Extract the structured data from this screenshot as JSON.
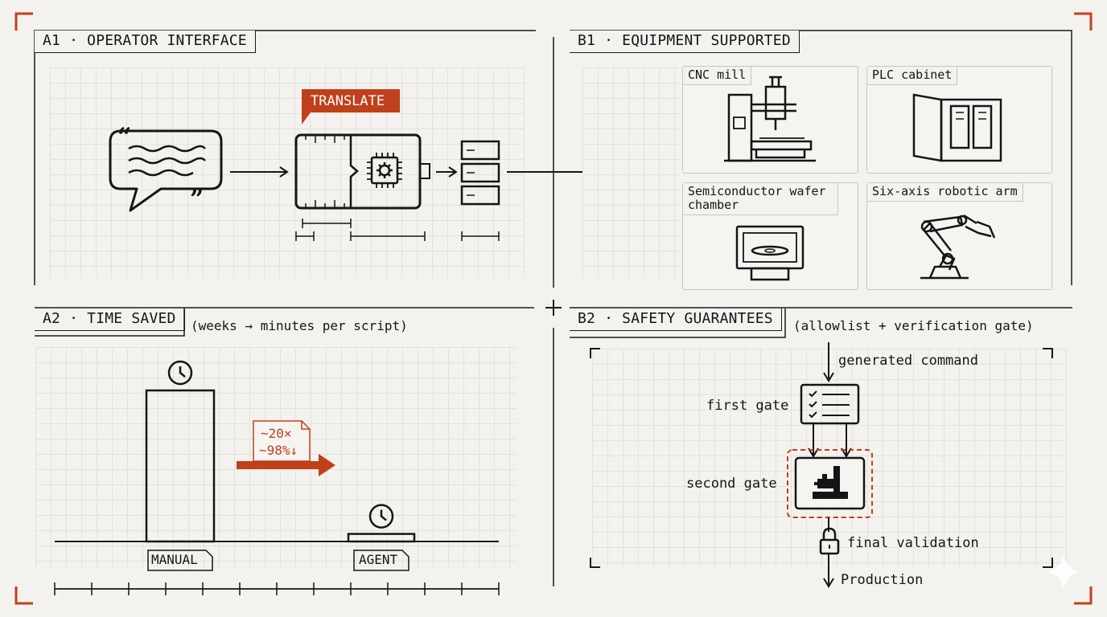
{
  "panels": {
    "a1": {
      "title": "A1 · OPERATOR INTERFACE",
      "translate_label": "TRANSLATE"
    },
    "b1": {
      "title": "B1 · EQUIPMENT SUPPORTED",
      "equipment": [
        {
          "label": "CNC mill",
          "icon": "cnc-mill-icon"
        },
        {
          "label": "PLC cabinet",
          "icon": "plc-cabinet-icon"
        },
        {
          "label": "Semiconductor wafer chamber",
          "icon": "wafer-chamber-icon"
        },
        {
          "label": "Six-axis robotic arm",
          "icon": "robotic-arm-icon"
        }
      ]
    },
    "a2": {
      "title": "A2 · TIME SAVED",
      "subtitle": "(weeks → minutes per script)",
      "callout_line1": "~20×",
      "callout_line2": "~98%↓",
      "bar_manual_label": "MANUAL",
      "bar_agent_label": "AGENT"
    },
    "b2": {
      "title": "B2 · SAFETY GUARANTEES",
      "subtitle": "(allowlist + verification gate)",
      "steps": {
        "generated": "generated command",
        "first_gate": "first gate",
        "second_gate": "second gate",
        "final": "final validation",
        "production": "Production"
      }
    }
  },
  "chart_data": {
    "type": "bar",
    "categories": [
      "MANUAL",
      "AGENT"
    ],
    "values": [
      1.0,
      0.05
    ],
    "annotations": [
      "~20×",
      "~98%↓"
    ]
  },
  "colors": {
    "accent": "#c0401c",
    "ink": "#151515",
    "paper": "#f4f2ee",
    "grid": "#e3e1dc"
  }
}
